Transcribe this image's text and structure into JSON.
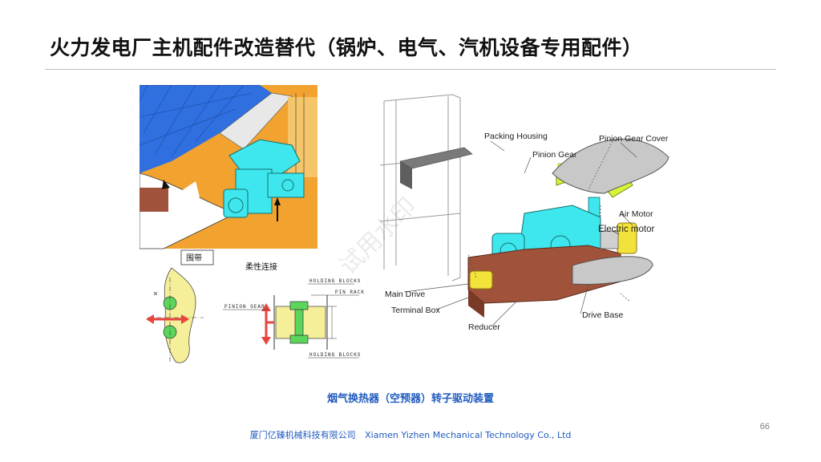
{
  "slide": {
    "title": "火力发电厂主机配件改造替代（锅炉、电气、汽机设备专用配件）",
    "caption": "烟气换热器（空预器）转子驱动装置",
    "page_number": "66",
    "footer_cn": "厦门亿臻机械科技有限公司",
    "footer_en": "Xiamen Yizhen Mechanical Technology Co., Ltd"
  },
  "diagram": {
    "left_labels": {
      "band": "围带",
      "flexible_connection": "柔性连接",
      "holding_blocks_top": "HOLDING BLOCKS",
      "pin_rack": "PIN RACK",
      "pinion_gear": "PINION GEAR",
      "holding_blocks_bottom": "HOLDING BLOCKS"
    },
    "right_labels": {
      "packing_housing": "Packing Housing",
      "pinion_gear": "Pinion Gear",
      "pinion_gear_cover": "Pinion Gear Cover",
      "air_motor": "Air Motor",
      "electric_motor": "Electric motor",
      "main_drive": "Main Drive",
      "terminal_box": "Terminal Box",
      "reducer": "Reducer",
      "drive_base": "Drive Base"
    },
    "watermark": "试用水印",
    "colors": {
      "rotor_blue": "#2f6fe0",
      "housing_orange": "#f2a22e",
      "drive_cyan": "#3ee6ee",
      "gear_yellow_green": "#d8f23a",
      "motor_yellow": "#f2e23a",
      "base_brown": "#a0523a",
      "arrow_red": "#e8453c",
      "caption_blue": "#1f5bbf"
    }
  }
}
